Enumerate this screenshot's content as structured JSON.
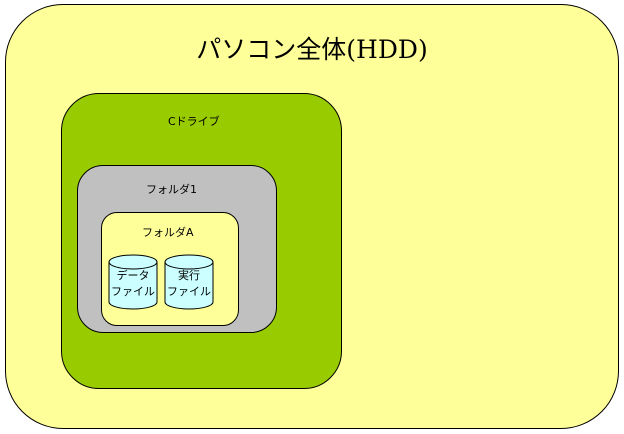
{
  "title": "パソコン全体(HDD)",
  "colors": {
    "pc_fill": "#ffff99",
    "drive_fill": "#99cc00",
    "folder1_fill": "#c0c0c0",
    "folderA_fill": "#ffff99",
    "file_fill": "#ccffff",
    "border": "#000000"
  },
  "drive": {
    "label": "Cドライブ",
    "folder": {
      "label": "フォルダ1",
      "subfolder": {
        "label": "フォルダA",
        "files": [
          {
            "line1": "データ",
            "line2": "ファイル"
          },
          {
            "line1": "実行",
            "line2": "ファイル"
          }
        ]
      }
    }
  }
}
